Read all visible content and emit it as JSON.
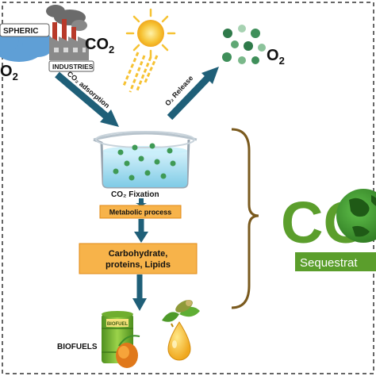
{
  "labels": {
    "atmospheric": "SPHERIC",
    "co2_left": "O",
    "co2_left_sub": "2",
    "industries": "INDUSTRIES",
    "co2_top": "CO",
    "co2_top_sub": "2",
    "o2_right": "O",
    "o2_right_sub": "2",
    "co2_adsorption": "CO₂ adsorption",
    "o2_release": "O₂ Release",
    "co2_fixation": "CO₂  Fixation",
    "metabolic_process": "Metabolic process",
    "carbohydrate_line1": "Carbohydrate,",
    "carbohydrate_line2": "proteins, Lipids",
    "biofuels": "BIOFUELS",
    "barrel_label": "BIOFUEL",
    "big_co": "CO",
    "sequestration": "Sequestrat"
  },
  "colors": {
    "dark_teal_arrow": "#1f5f78",
    "orange_box": "#f7b34a",
    "orange_box_border": "#e08a14",
    "bracket": "#7a5a1e",
    "green": "#5b9e2c",
    "seq_box": "#5b9e2c",
    "cloud": "#5f9fd6",
    "sun": "#f6c233",
    "beaker_water": "#a9dff2",
    "cell_green": "#3f9a55",
    "o2_bubble": "#3f8f5a"
  },
  "icons": {
    "cloud": "cloud-icon",
    "factory": "factory-icon",
    "sun": "sun-icon",
    "beaker": "beaker-icon",
    "barrel": "fuel-barrel-icon",
    "oil_drop": "oil-drop-icon",
    "earth": "earth-globe-icon"
  }
}
